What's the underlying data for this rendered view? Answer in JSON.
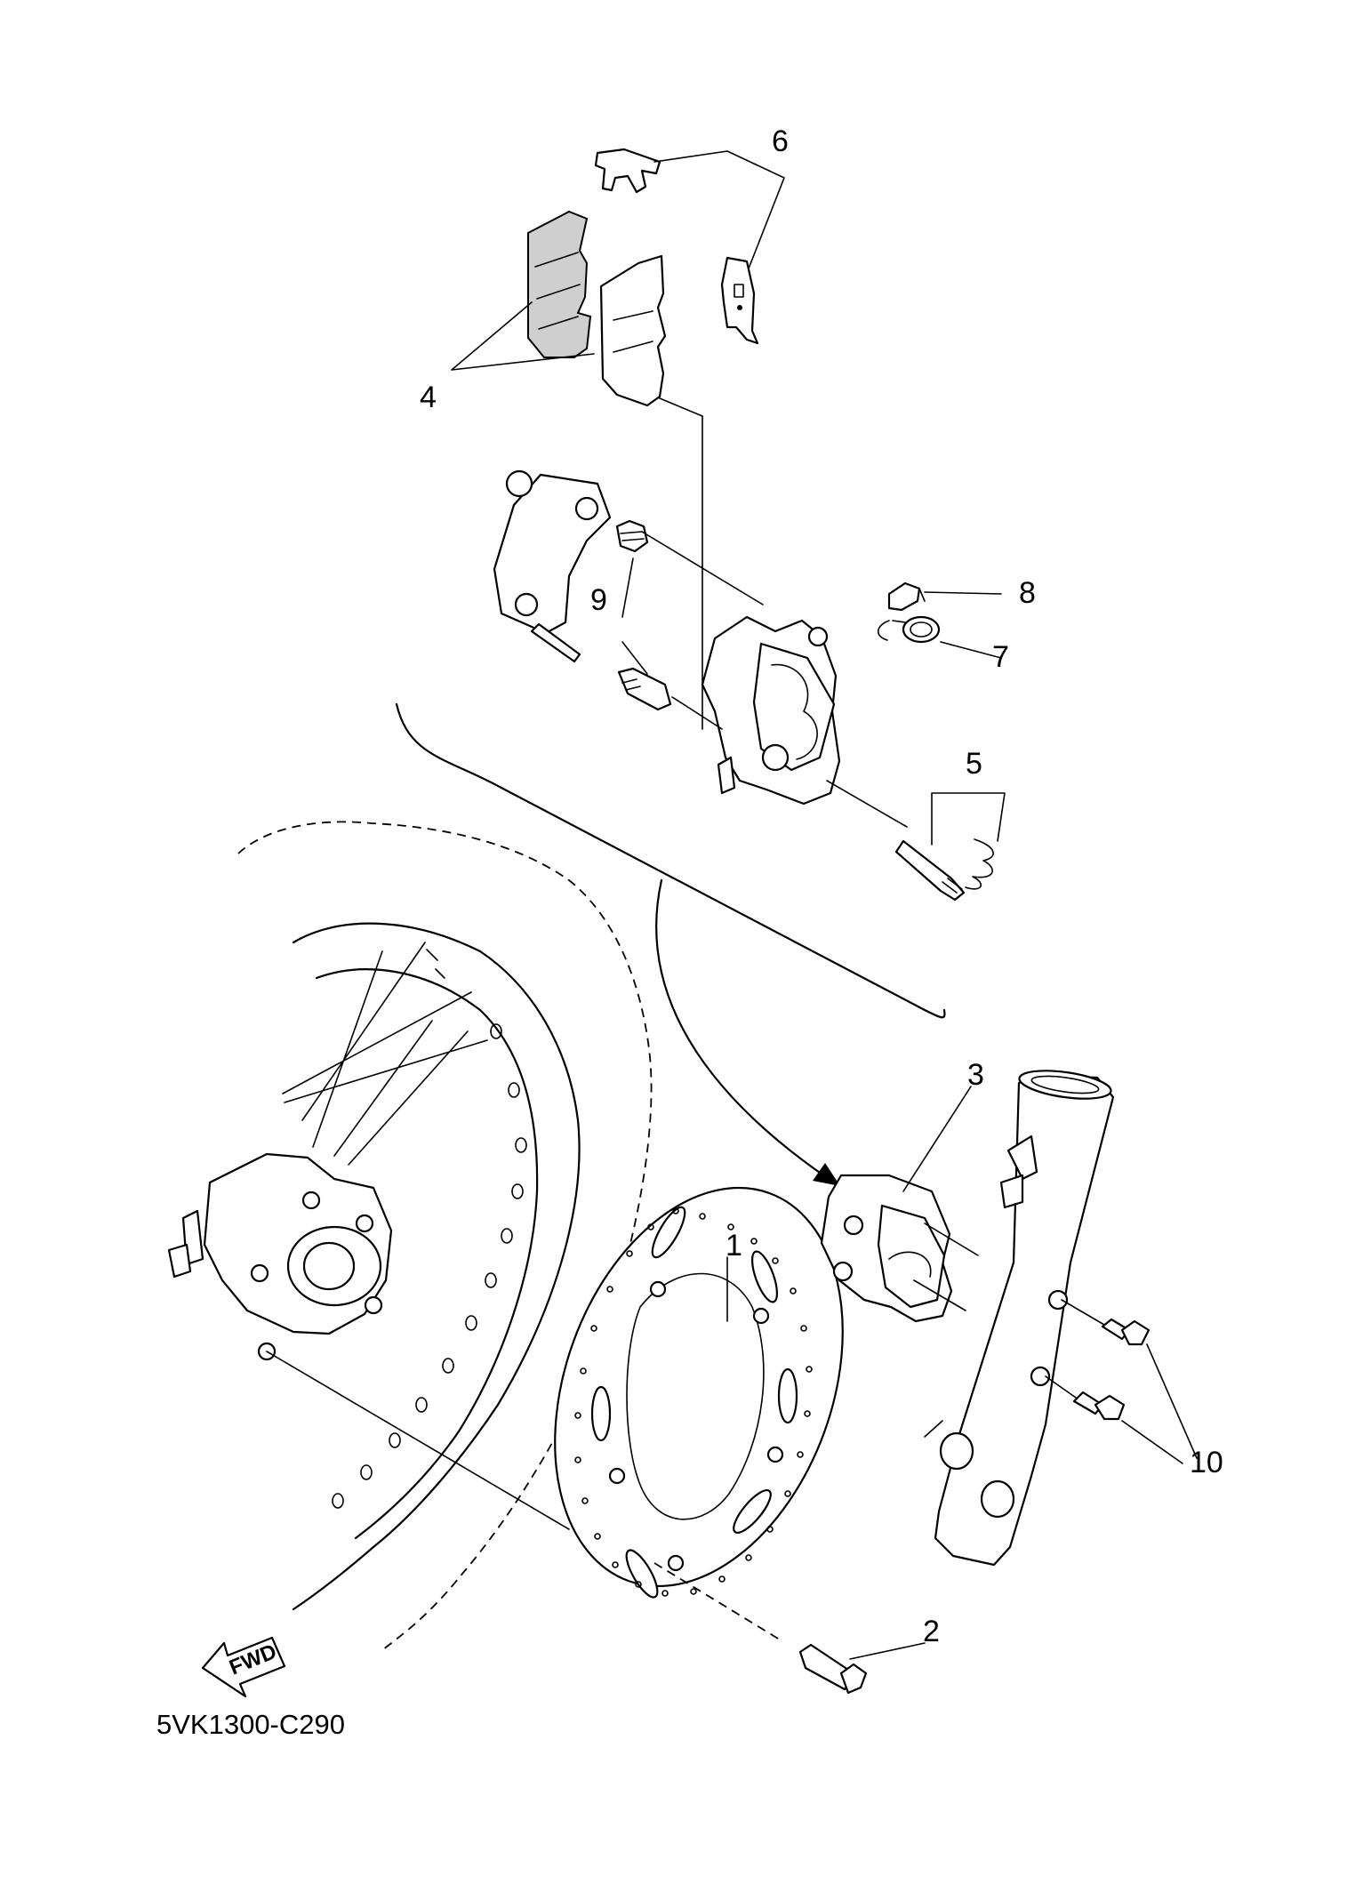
{
  "callouts": {
    "c1": "1",
    "c2": "2",
    "c3": "3",
    "c4": "4",
    "c5": "5",
    "c6": "6",
    "c7": "7",
    "c8": "8",
    "c9": "9",
    "c10": "10"
  },
  "direction_badge": "FWD",
  "diagram_code": "5VK1300-C290"
}
